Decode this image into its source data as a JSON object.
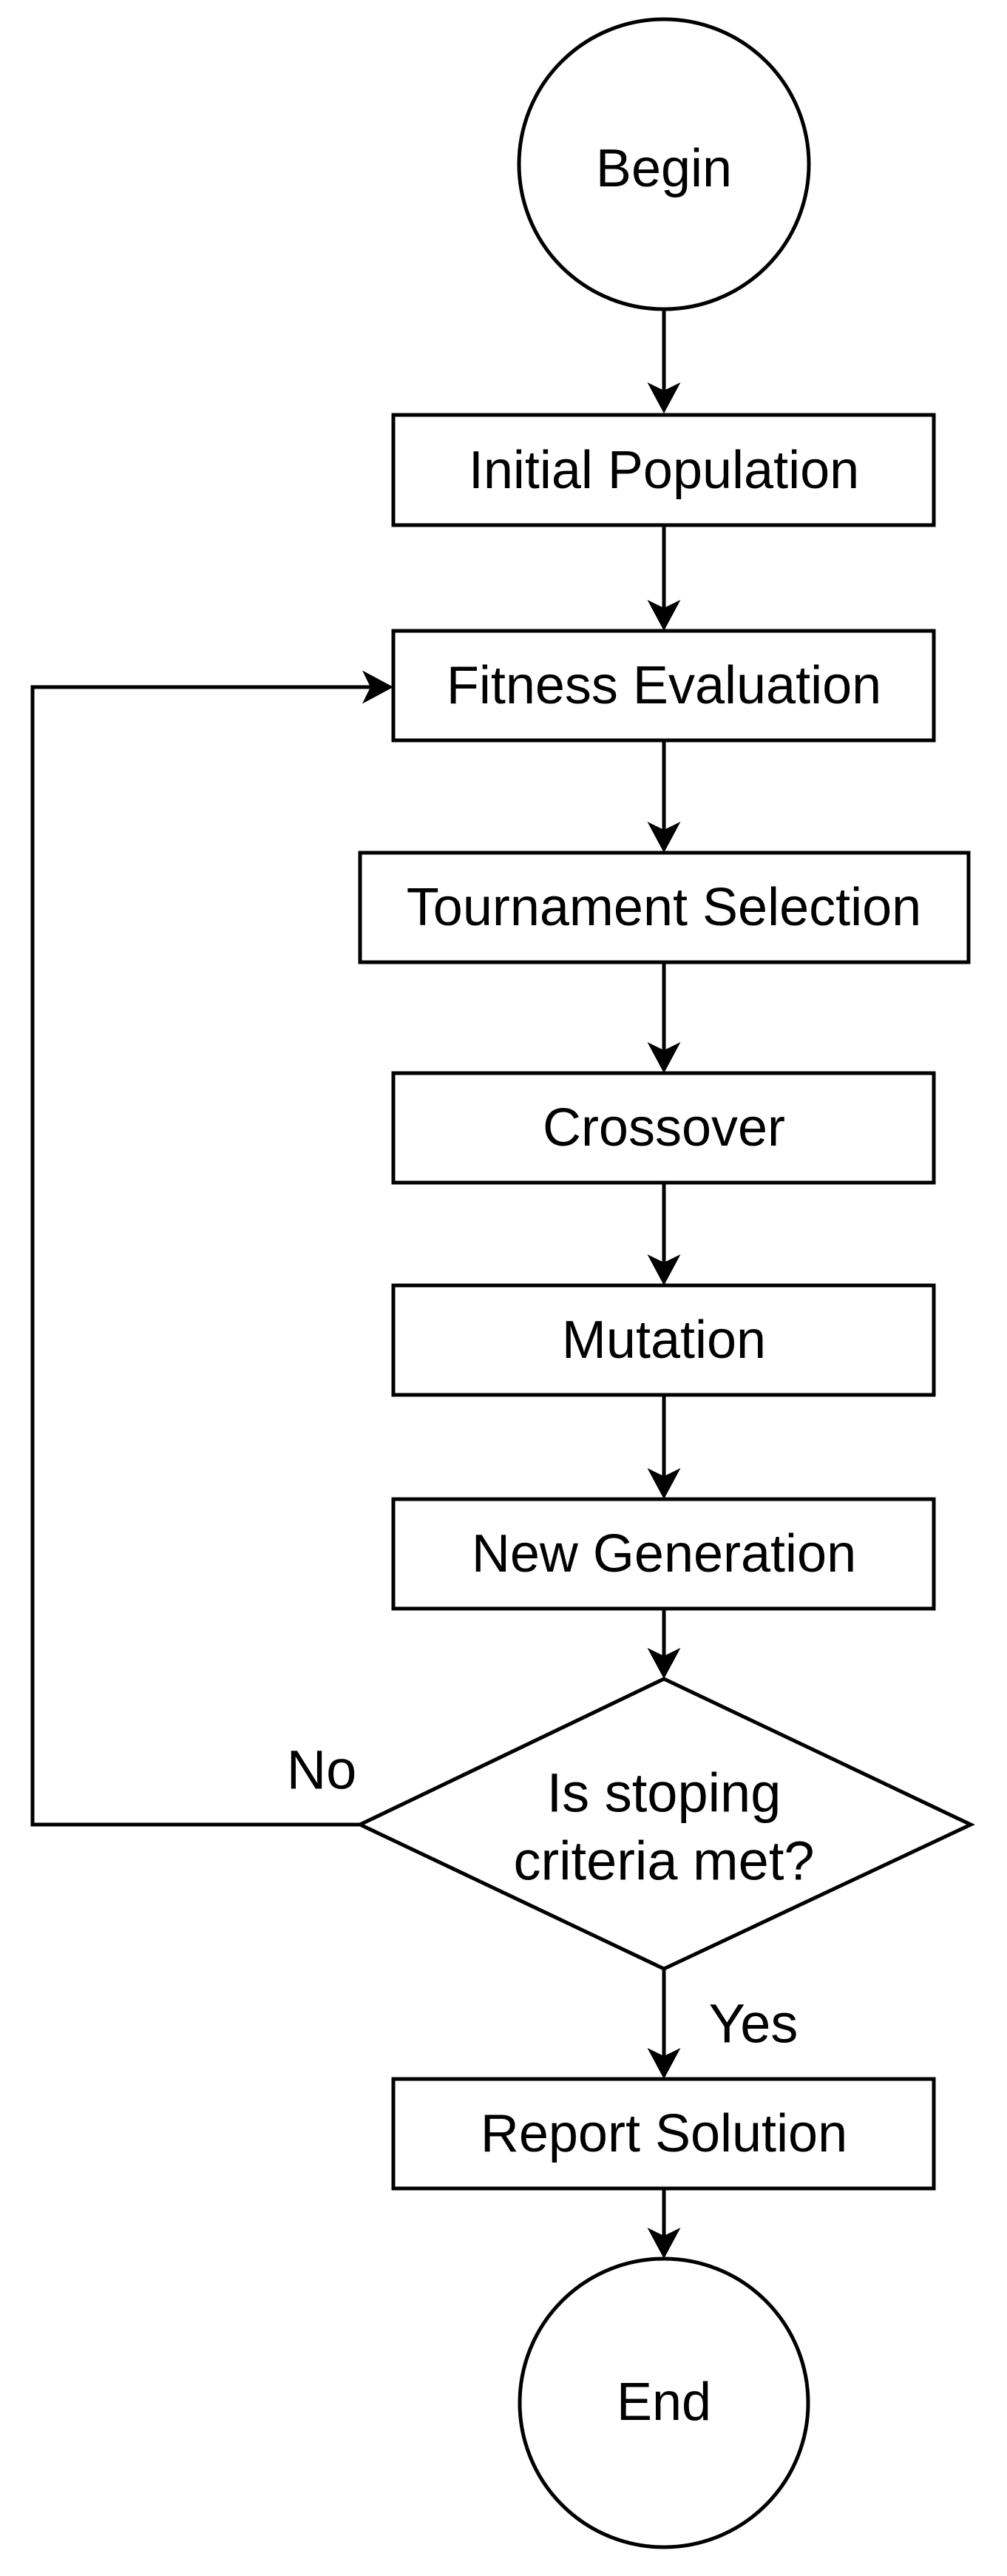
{
  "diagram": {
    "type": "flowchart",
    "background_color": "#ffffff",
    "line_color": "#000000",
    "shape_fill_color": "#ffffff",
    "text_color": "#000000",
    "nodes": {
      "begin": {
        "shape": "circle",
        "label": "Begin"
      },
      "initial_population": {
        "shape": "rect",
        "label": "Initial Population"
      },
      "fitness_evaluation": {
        "shape": "rect",
        "label": "Fitness Evaluation"
      },
      "tournament_selection": {
        "shape": "rect",
        "label": "Tournament Selection"
      },
      "crossover": {
        "shape": "rect",
        "label": "Crossover"
      },
      "mutation": {
        "shape": "rect",
        "label": "Mutation"
      },
      "new_generation": {
        "shape": "rect",
        "label": "New Generation"
      },
      "decision": {
        "shape": "diamond",
        "label": "Is stoping criteria met?",
        "lines": [
          "Is stoping",
          "criteria met?"
        ]
      },
      "report_solution": {
        "shape": "rect",
        "label": "Report Solution"
      },
      "end": {
        "shape": "circle",
        "label": "End"
      }
    },
    "edges": {
      "no_label": "No",
      "yes_label": "Yes",
      "no_path": "decision -> fitness_evaluation (loop back)",
      "yes_path": "decision -> report_solution"
    }
  }
}
